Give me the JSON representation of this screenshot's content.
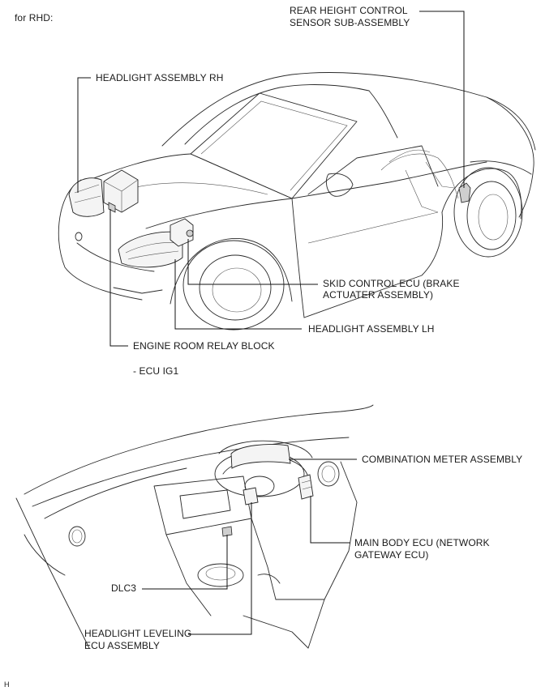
{
  "header": {
    "variant": "for RHD:"
  },
  "labels": {
    "rear_height_sensor": [
      "REAR HEIGHT CONTROL",
      "SENSOR SUB-ASSEMBLY"
    ],
    "headlight_rh": "HEADLIGHT ASSEMBLY RH",
    "skid_control_ecu": [
      "SKID CONTROL ECU (BRAKE",
      "ACTUATER ASSEMBLY)"
    ],
    "headlight_lh": "HEADLIGHT ASSEMBLY LH",
    "engine_room_relay_block": "ENGINE ROOM RELAY BLOCK",
    "ecu_ig1": "- ECU IG1",
    "combination_meter": "COMBINATION METER ASSEMBLY",
    "main_body_ecu": [
      "MAIN BODY ECU (NETWORK",
      "GATEWAY ECU)"
    ],
    "dlc3": "DLC3",
    "headlight_leveling_ecu": [
      "HEADLIGHT LEVELING",
      "ECU ASSEMBLY"
    ]
  },
  "footer": {
    "code": "H"
  }
}
